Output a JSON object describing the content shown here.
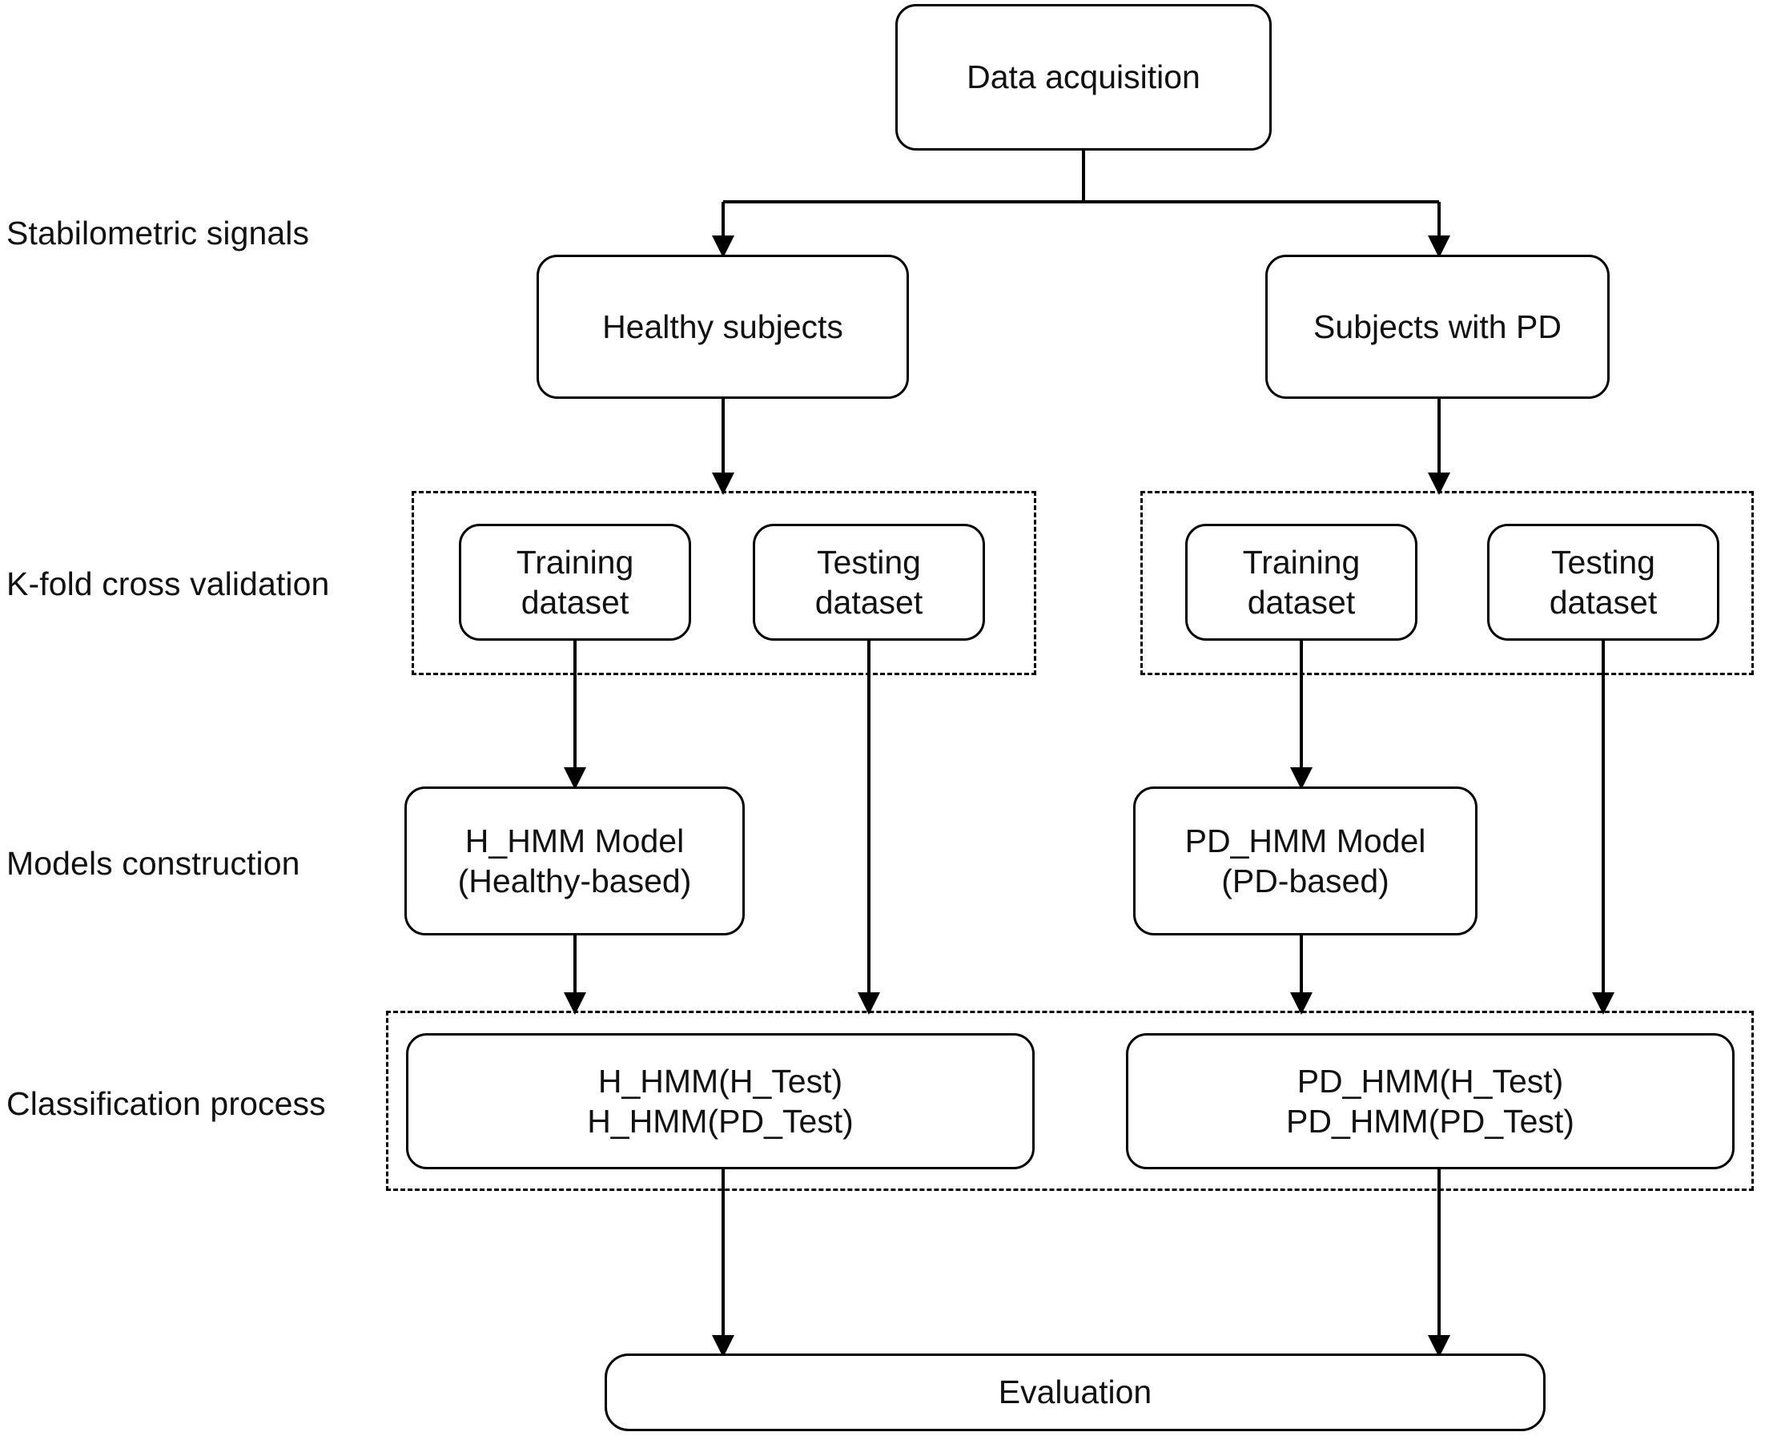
{
  "diagram": {
    "title": "Stabilometric PD classification pipeline flowchart",
    "colors": {
      "stroke": "#000000",
      "fill": "#ffffff",
      "text": "#111111"
    },
    "stage_labels": [
      {
        "id": "stabilometric-signals",
        "text": "Stabilometric signals"
      },
      {
        "id": "k-fold-cross-validation",
        "text": "K-fold cross validation"
      },
      {
        "id": "models-construction",
        "text": "Models construction"
      },
      {
        "id": "classification-process",
        "text": "Classification process"
      }
    ],
    "nodes": {
      "data_acquisition": {
        "text": "Data acquisition"
      },
      "healthy_subjects": {
        "text": "Healthy subjects"
      },
      "subjects_with_pd": {
        "text": "Subjects with PD"
      },
      "healthy_training": {
        "line1": "Training",
        "line2": "dataset"
      },
      "healthy_testing": {
        "line1": "Testing",
        "line2": "dataset"
      },
      "pd_training": {
        "line1": "Training",
        "line2": "dataset"
      },
      "pd_testing": {
        "line1": "Testing",
        "line2": "dataset"
      },
      "h_hmm_model": {
        "line1": "H_HMM Model",
        "line2": "(Healthy-based)"
      },
      "pd_hmm_model": {
        "line1": "PD_HMM Model",
        "line2": "(PD-based)"
      },
      "h_classification": {
        "line1": "H_HMM(H_Test)",
        "line2": "H_HMM(PD_Test)"
      },
      "pd_classification": {
        "line1": "PD_HMM(H_Test)",
        "line2": "PD_HMM(PD_Test)"
      },
      "evaluation": {
        "text": "Evaluation"
      }
    },
    "groups": {
      "healthy_kfold": {
        "label": ""
      },
      "pd_kfold": {
        "label": ""
      },
      "classification": {
        "label": ""
      }
    }
  }
}
